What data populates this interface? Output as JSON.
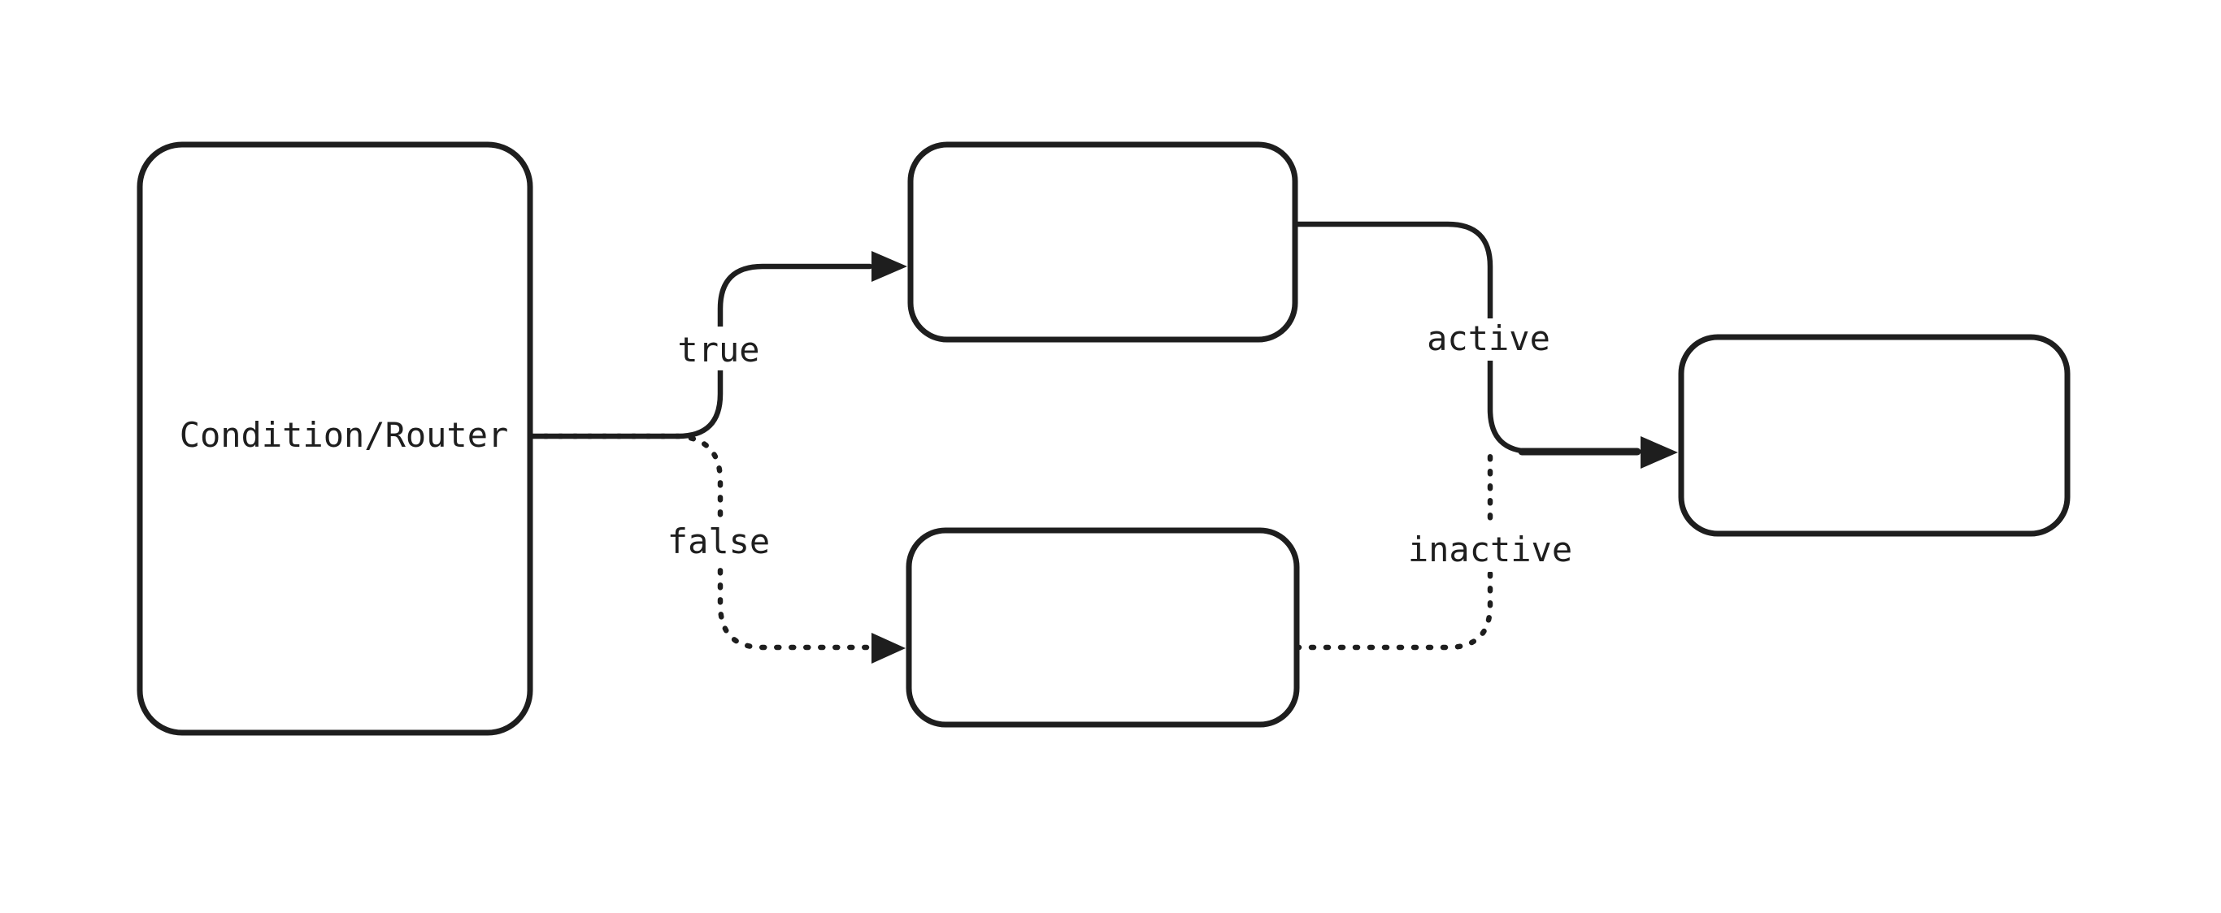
{
  "canvas": {
    "background": "#ffffff",
    "stroke": "#1e1e1e",
    "text": "#1e1e1e"
  },
  "nodes": {
    "condition_router": {
      "label": "Condition/Router"
    },
    "true_branch": {
      "label": ""
    },
    "false_branch": {
      "label": ""
    },
    "output": {
      "label": ""
    }
  },
  "edges": {
    "true": {
      "label": "true",
      "style": "solid"
    },
    "false": {
      "label": "false",
      "style": "dotted"
    },
    "active": {
      "label": "active",
      "style": "solid"
    },
    "inactive": {
      "label": "inactive",
      "style": "dotted"
    }
  }
}
